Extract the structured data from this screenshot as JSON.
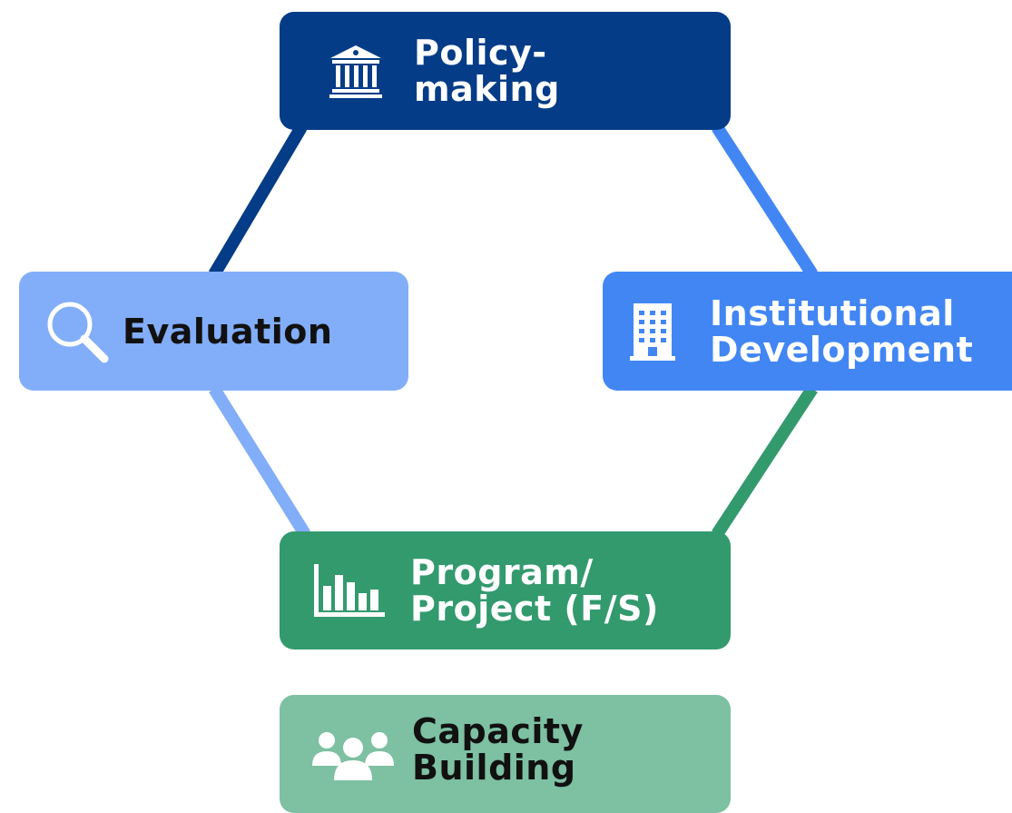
{
  "diagram": {
    "title": "",
    "nodes": [
      {
        "id": "policy",
        "label": "Policy-\nmaking",
        "icon": "institution-icon"
      },
      {
        "id": "institutional",
        "label": "Institutional\nDevelopment",
        "icon": "building-icon"
      },
      {
        "id": "evaluation",
        "label": "Evaluation",
        "icon": "search-icon"
      },
      {
        "id": "program",
        "label": "Program/\nProject (F/S)",
        "icon": "bar-chart-icon"
      },
      {
        "id": "capacity",
        "label": "Capacity\nBuilding",
        "icon": "people-icon"
      }
    ],
    "edges": [
      {
        "from": "policy",
        "to": "institutional"
      },
      {
        "from": "institutional",
        "to": "program"
      },
      {
        "from": "program",
        "to": "evaluation"
      },
      {
        "from": "evaluation",
        "to": "policy"
      }
    ]
  },
  "colors": {
    "policy": "#053C87",
    "institutional": "#4286F4",
    "evaluation": "#82ADF8",
    "program": "#339A6E",
    "capacity": "#7DC0A2",
    "dark_text": "#111111",
    "light_text": "#FFFFFF"
  }
}
